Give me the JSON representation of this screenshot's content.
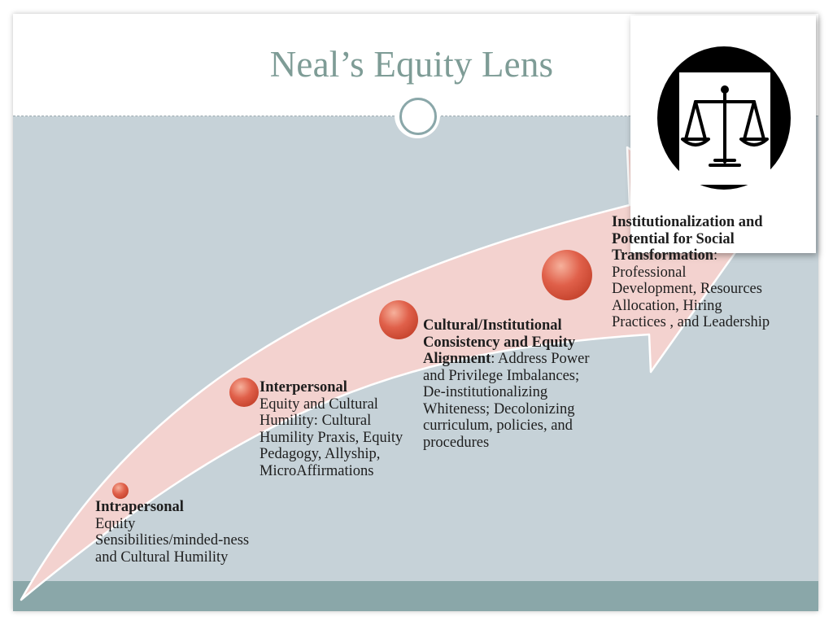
{
  "title": "Neal’s Equity Lens",
  "logo": {
    "icon": "scales-of-justice-icon"
  },
  "colors": {
    "slide_background": "#c6d2d8",
    "title_color": "#7e9c96",
    "arrow_fill": "#f3d2cf",
    "arrow_stroke": "#ffffff",
    "dot_color": "#e0604a",
    "footer_band": "#8aa7a9"
  },
  "stages": [
    {
      "name": "Intrapersonal",
      "description": "Equity Sensibilities/minded-ness and Cultural Humility"
    },
    {
      "name": "Interpersonal",
      "description": "Equity and Cultural Humility: Cultural Humility Praxis, Equity Pedagogy, Allyship, MicroAffirmations"
    },
    {
      "name": "Cultural/Institutional Consistency and Equity Alignment",
      "separator": ":",
      "description": "Address Power and Privilege Imbalances; De-institutionalizing Whiteness; Decolonizing curriculum, policies, and procedures"
    },
    {
      "name": "Institutionalization and Potential for Social Transformation",
      "separator": ":",
      "description": "Professional Development, Resources Allocation, Hiring Practices , and Leadership"
    }
  ]
}
